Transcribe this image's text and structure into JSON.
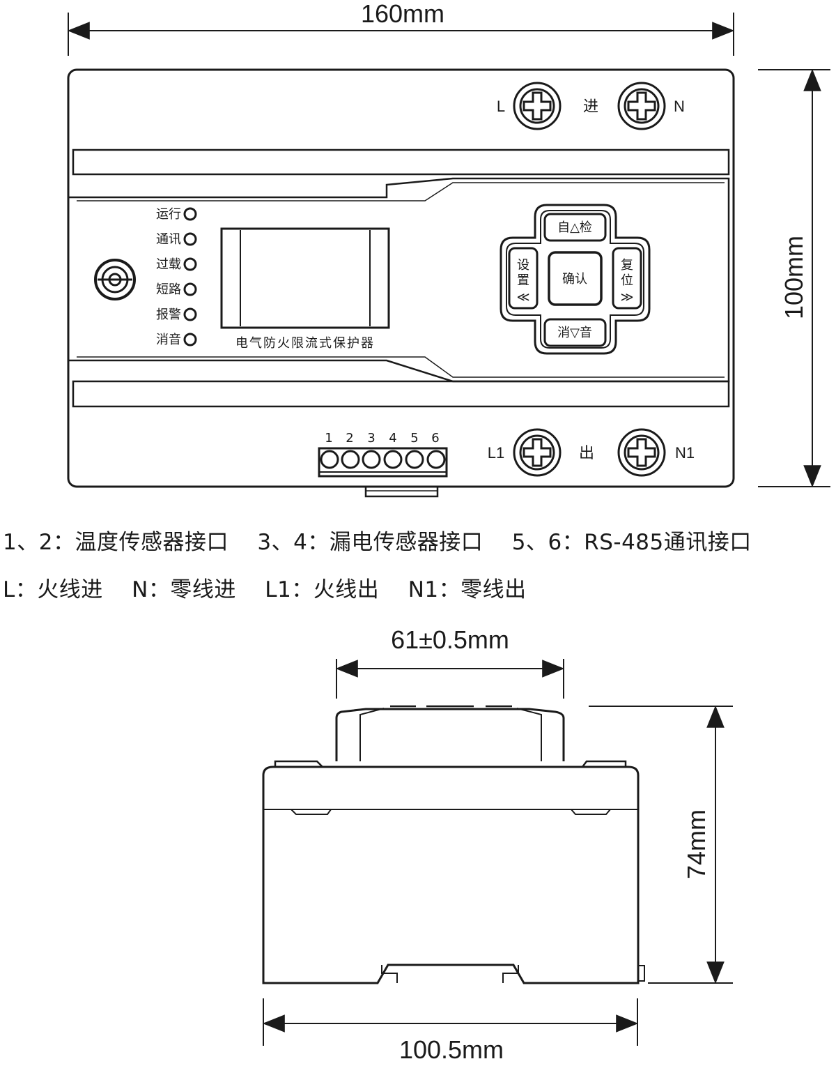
{
  "dimensions": {
    "width": "160mm",
    "height": "100mm",
    "depth_top": "61±0.5mm",
    "depth_height": "74mm",
    "depth_width": "100.5mm"
  },
  "terminals": {
    "L": "L",
    "in": "进",
    "N": "N",
    "L1": "L1",
    "out": "出",
    "N1": "N1",
    "numbers": [
      "1",
      "2",
      "3",
      "4",
      "5",
      "6"
    ]
  },
  "indicators": [
    "运行",
    "通讯",
    "过载",
    "短路",
    "报警",
    "消音"
  ],
  "display_label": "电气防火限流式保护器",
  "buttons": {
    "up": "自△检",
    "left": [
      "设",
      "置",
      "≪"
    ],
    "center": "确认",
    "right": [
      "复",
      "位",
      "≫"
    ],
    "down": "消▽音"
  },
  "legend": {
    "line1": "1、2：温度传感器接口    3、4：漏电传感器接口    5、6：RS-485通讯接口",
    "line2": "L：火线进    N：零线进    L1：火线出    N1：零线出"
  }
}
